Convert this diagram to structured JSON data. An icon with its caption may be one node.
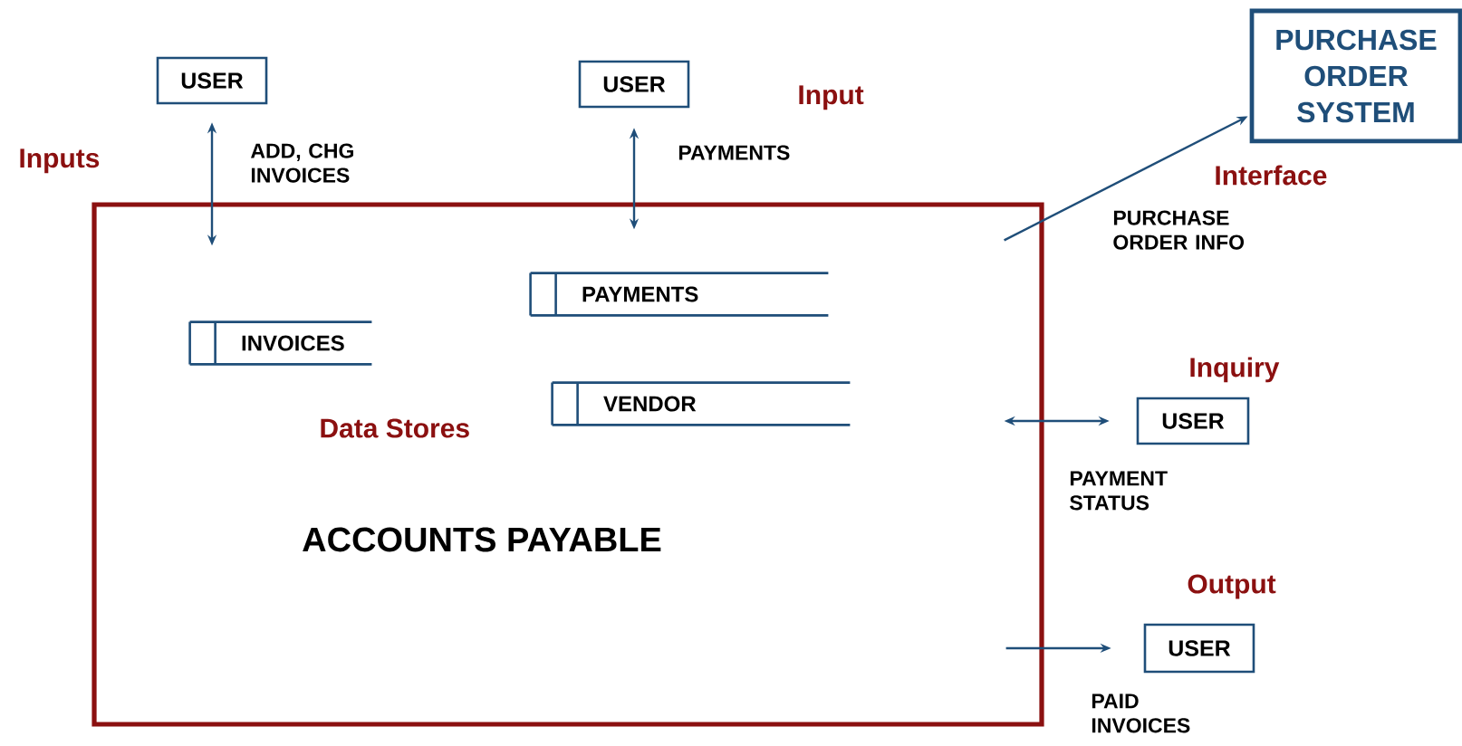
{
  "diagram": {
    "nodes": [
      {
        "text": [
          "ACCOUNTS PAYABLE"
        ]
      },
      {
        "text": [
          "USER"
        ]
      },
      {
        "text": [
          "USER"
        ]
      },
      {
        "text": [
          "PURCHASE ORDER SYSTEM"
        ]
      },
      {
        "text": [
          "INVOICES"
        ],
        "in": 0
      },
      {
        "text": [
          "PAYMENTS"
        ],
        "in": 0
      },
      {
        "text": [
          "VENDOR"
        ],
        "in": 0
      },
      {
        "text": [
          "USER"
        ]
      },
      {
        "text": [
          "USER"
        ]
      }
    ],
    "edges": [
      {
        "from": 1,
        "to": 0,
        "arrow": "both",
        "label": "ADD, CHG INVOICES"
      },
      {
        "from": 2,
        "to": 0,
        "arrow": "both",
        "label": "PAYMENTS"
      },
      {
        "from": 0,
        "to": 3,
        "arrow": "to",
        "label": "PURCHASE ORDER INFO"
      },
      {
        "from": 0,
        "to": 7,
        "arrow": "both",
        "label": "PAYMENT STATUS"
      },
      {
        "from": 0,
        "to": 8,
        "arrow": "to",
        "label": "PAID INVOICES"
      }
    ],
    "labels": [
      "Inputs",
      "Input",
      "Interface",
      "Inquiry",
      "Data Stores",
      "Output"
    ]
  }
}
